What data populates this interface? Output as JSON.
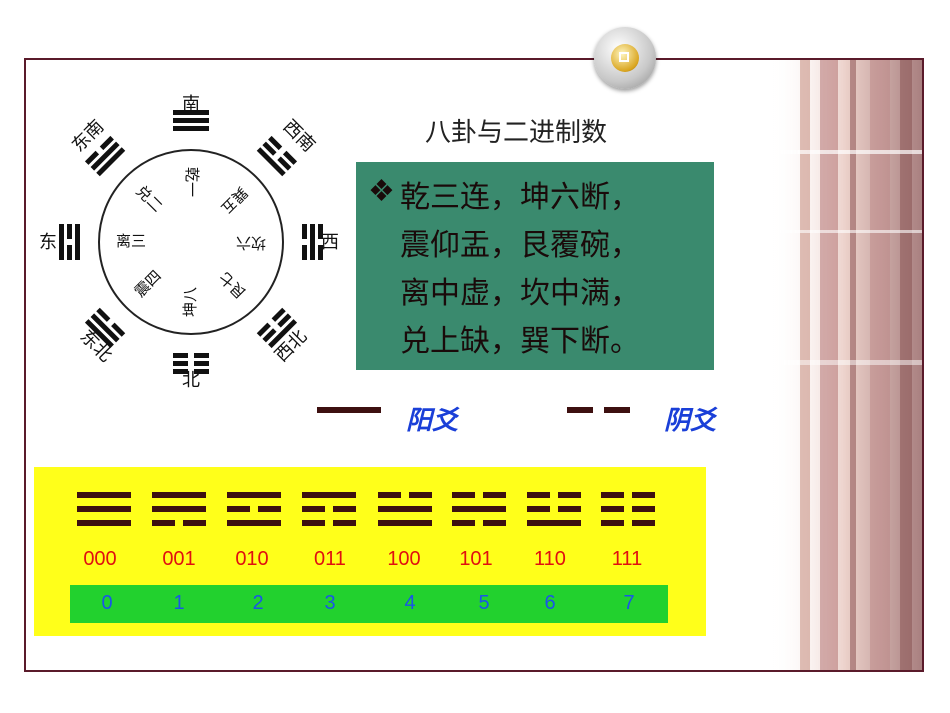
{
  "title": "八卦与二进制数",
  "verse": {
    "bullet": "❖",
    "lines": [
      "乾三连，坤六断，",
      "震仰盂，艮覆碗，",
      "离中虚，坎中满，",
      "兑上缺，巽下断。"
    ]
  },
  "legend": {
    "yang_label": "阳爻",
    "yin_label": "阴爻"
  },
  "directions": {
    "south": "南",
    "southwest": "西南",
    "west": "西",
    "northwest": "西北",
    "north": "北",
    "northeast": "东北",
    "east": "东",
    "southeast": "东南"
  },
  "wheel_labels": [
    "乾一",
    "巽五",
    "坎六",
    "艮七",
    "坤八",
    "震四",
    "离三",
    "兑二"
  ],
  "codes": [
    {
      "bits": "000",
      "num": "0"
    },
    {
      "bits": "001",
      "num": "1"
    },
    {
      "bits": "010",
      "num": "2"
    },
    {
      "bits": "011",
      "num": "3"
    },
    {
      "bits": "100",
      "num": "4"
    },
    {
      "bits": "101",
      "num": "5"
    },
    {
      "bits": "110",
      "num": "6"
    },
    {
      "bits": "111",
      "num": "7"
    }
  ],
  "colors": {
    "border": "#5a1a2a",
    "verse_bg": "#3a8a6e",
    "table_bg": "#ffff1a",
    "num_bar": "#22d12e",
    "bits_text": "#e01010",
    "num_text": "#1a55e8",
    "line_color": "#3d1010"
  },
  "icons": {
    "badge": "gold-circle-square-icon"
  }
}
